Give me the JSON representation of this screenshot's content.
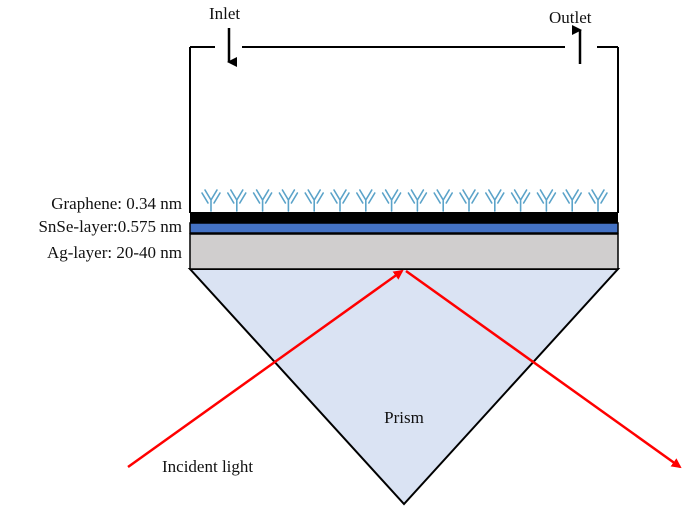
{
  "labels": {
    "inlet": "Inlet",
    "outlet": "Outlet",
    "graphene": "Graphene: 0.34 nm",
    "snse": "SnSe-layer:0.575 nm",
    "ag": "Ag-layer: 20-40 nm",
    "prism": "Prism",
    "incident": "Incident light"
  },
  "colors": {
    "graphene": "#000000",
    "snse": "#4472c4",
    "ag": "#d0cece",
    "prism": "#dae3f3",
    "light": "#ff0000",
    "antibody": "#5ba3c9",
    "outline": "#000000"
  },
  "antibody_count": 16
}
